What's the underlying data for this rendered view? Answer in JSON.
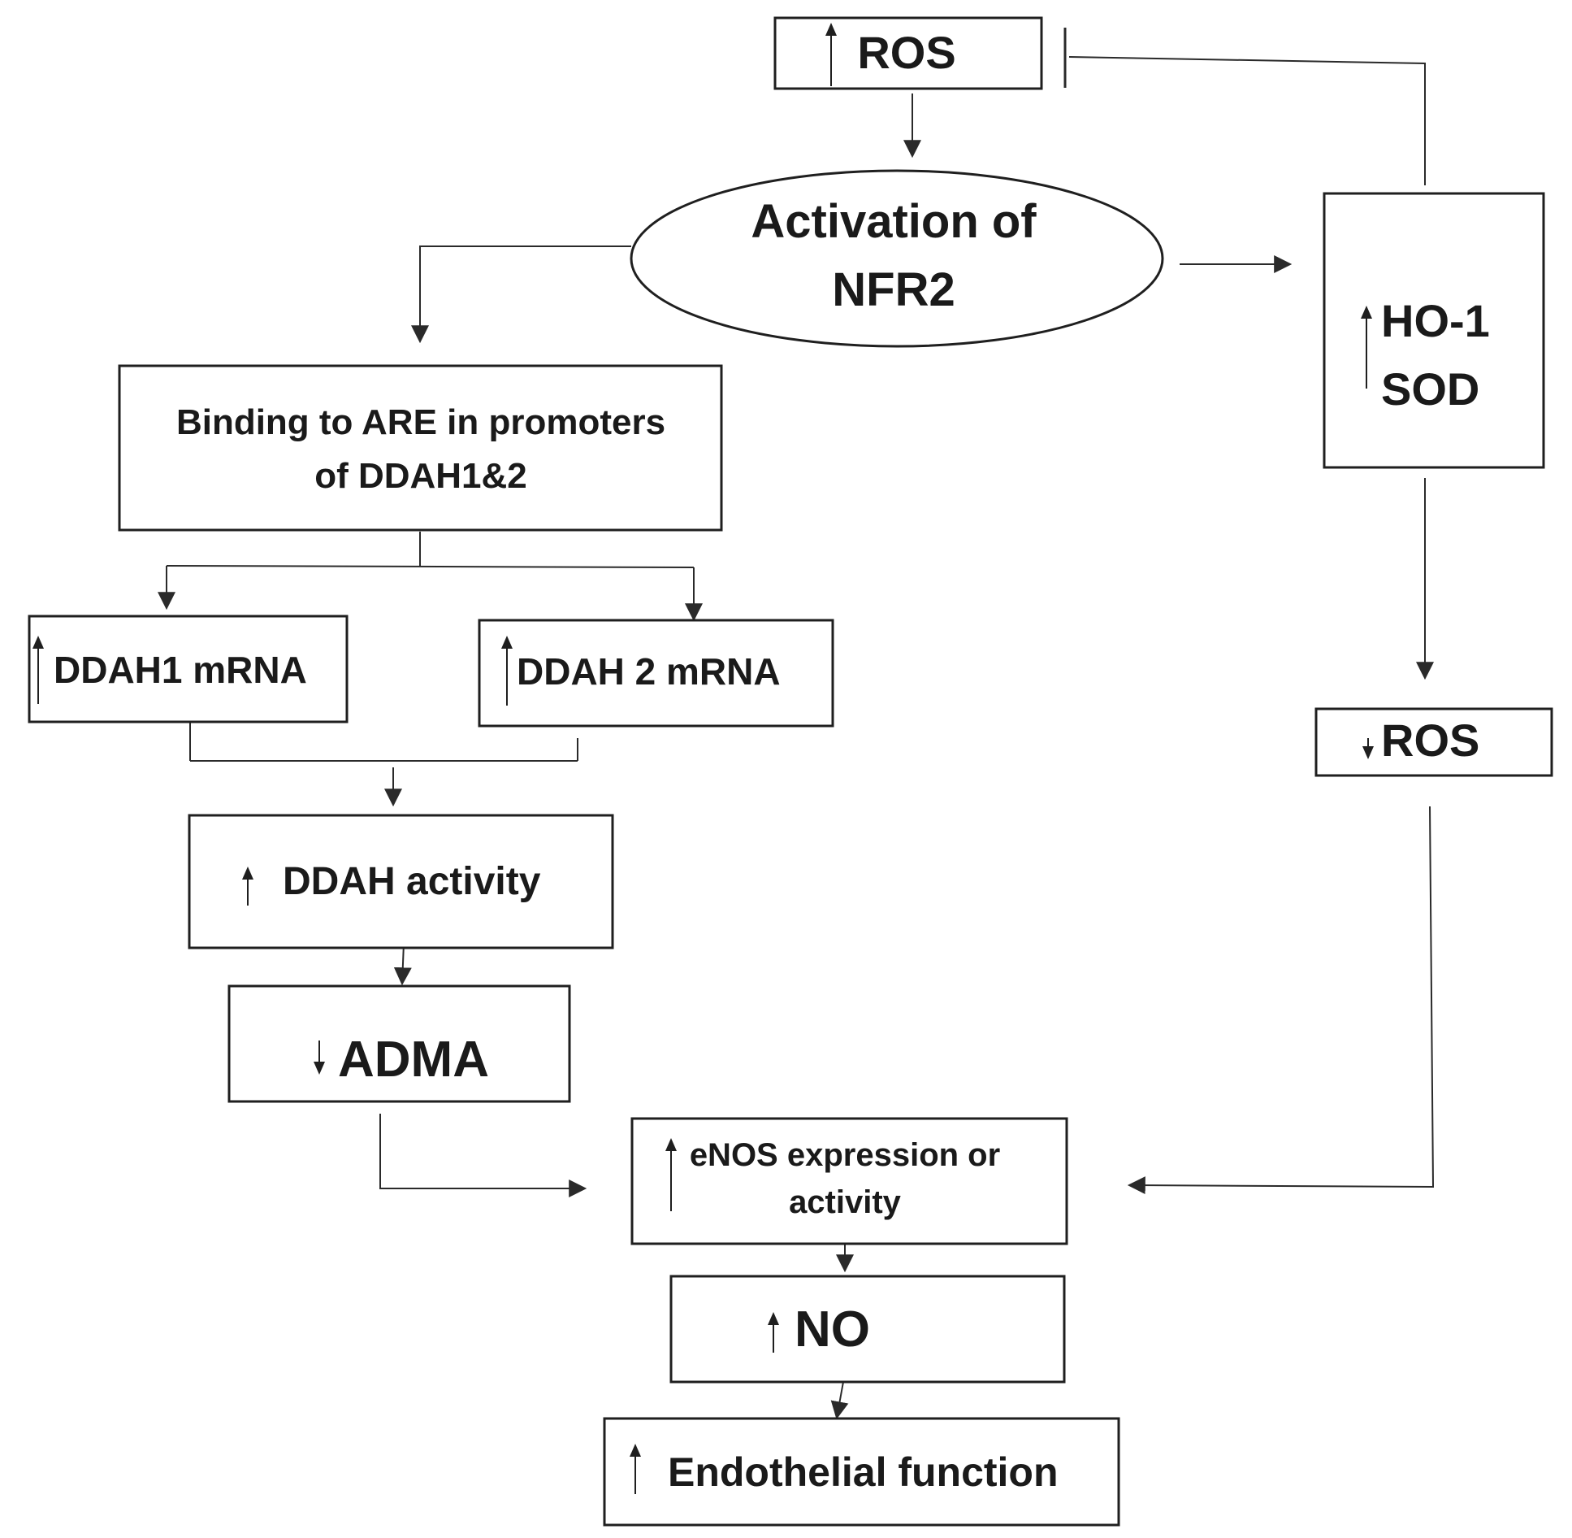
{
  "nodes": {
    "ros_top": {
      "label": "ROS",
      "indicator": "up"
    },
    "nfr2": {
      "line1": "Activation of",
      "line2": "NFR2"
    },
    "binding": {
      "line1": "Binding to ARE in promoters",
      "line2": "of DDAH1&2"
    },
    "ho1_sod": {
      "line1": "HO-1",
      "line2": "SOD",
      "indicator": "up"
    },
    "ddah1_mrna": {
      "label": "DDAH1 mRNA",
      "indicator": "up"
    },
    "ddah2_mrna": {
      "label": "DDAH 2 mRNA",
      "indicator": "up"
    },
    "ros_down": {
      "label": "ROS",
      "indicator": "down"
    },
    "ddah_activity": {
      "label": "DDAH activity",
      "indicator": "up"
    },
    "adma": {
      "label": "ADMA",
      "indicator": "down"
    },
    "enos": {
      "line1": "eNOS expression or",
      "line2": "activity",
      "indicator": "up"
    },
    "no": {
      "label": "NO",
      "indicator": "up"
    },
    "endothelial": {
      "label": "Endothelial function",
      "indicator": "up"
    }
  },
  "edges": [
    {
      "from": "ros_top",
      "to": "nfr2",
      "type": "activates"
    },
    {
      "from": "nfr2",
      "to": "binding",
      "type": "activates"
    },
    {
      "from": "nfr2",
      "to": "ho1_sod",
      "type": "activates"
    },
    {
      "from": "ho1_sod",
      "to": "ros_top",
      "type": "inhibits"
    },
    {
      "from": "binding",
      "to": "ddah1_mrna",
      "type": "activates"
    },
    {
      "from": "binding",
      "to": "ddah2_mrna",
      "type": "activates"
    },
    {
      "from": "ddah1_mrna",
      "to": "ddah_activity",
      "type": "activates"
    },
    {
      "from": "ddah2_mrna",
      "to": "ddah_activity",
      "type": "activates"
    },
    {
      "from": "ddah_activity",
      "to": "adma",
      "type": "activates"
    },
    {
      "from": "adma",
      "to": "enos",
      "type": "activates"
    },
    {
      "from": "ho1_sod",
      "to": "ros_down",
      "type": "activates"
    },
    {
      "from": "ros_down",
      "to": "enos",
      "type": "activates"
    },
    {
      "from": "enos",
      "to": "no",
      "type": "activates"
    },
    {
      "from": "no",
      "to": "endothelial",
      "type": "activates"
    }
  ],
  "colors": {
    "stroke": "#1f1f1f",
    "text": "#1a1a1a",
    "background": "#ffffff"
  }
}
